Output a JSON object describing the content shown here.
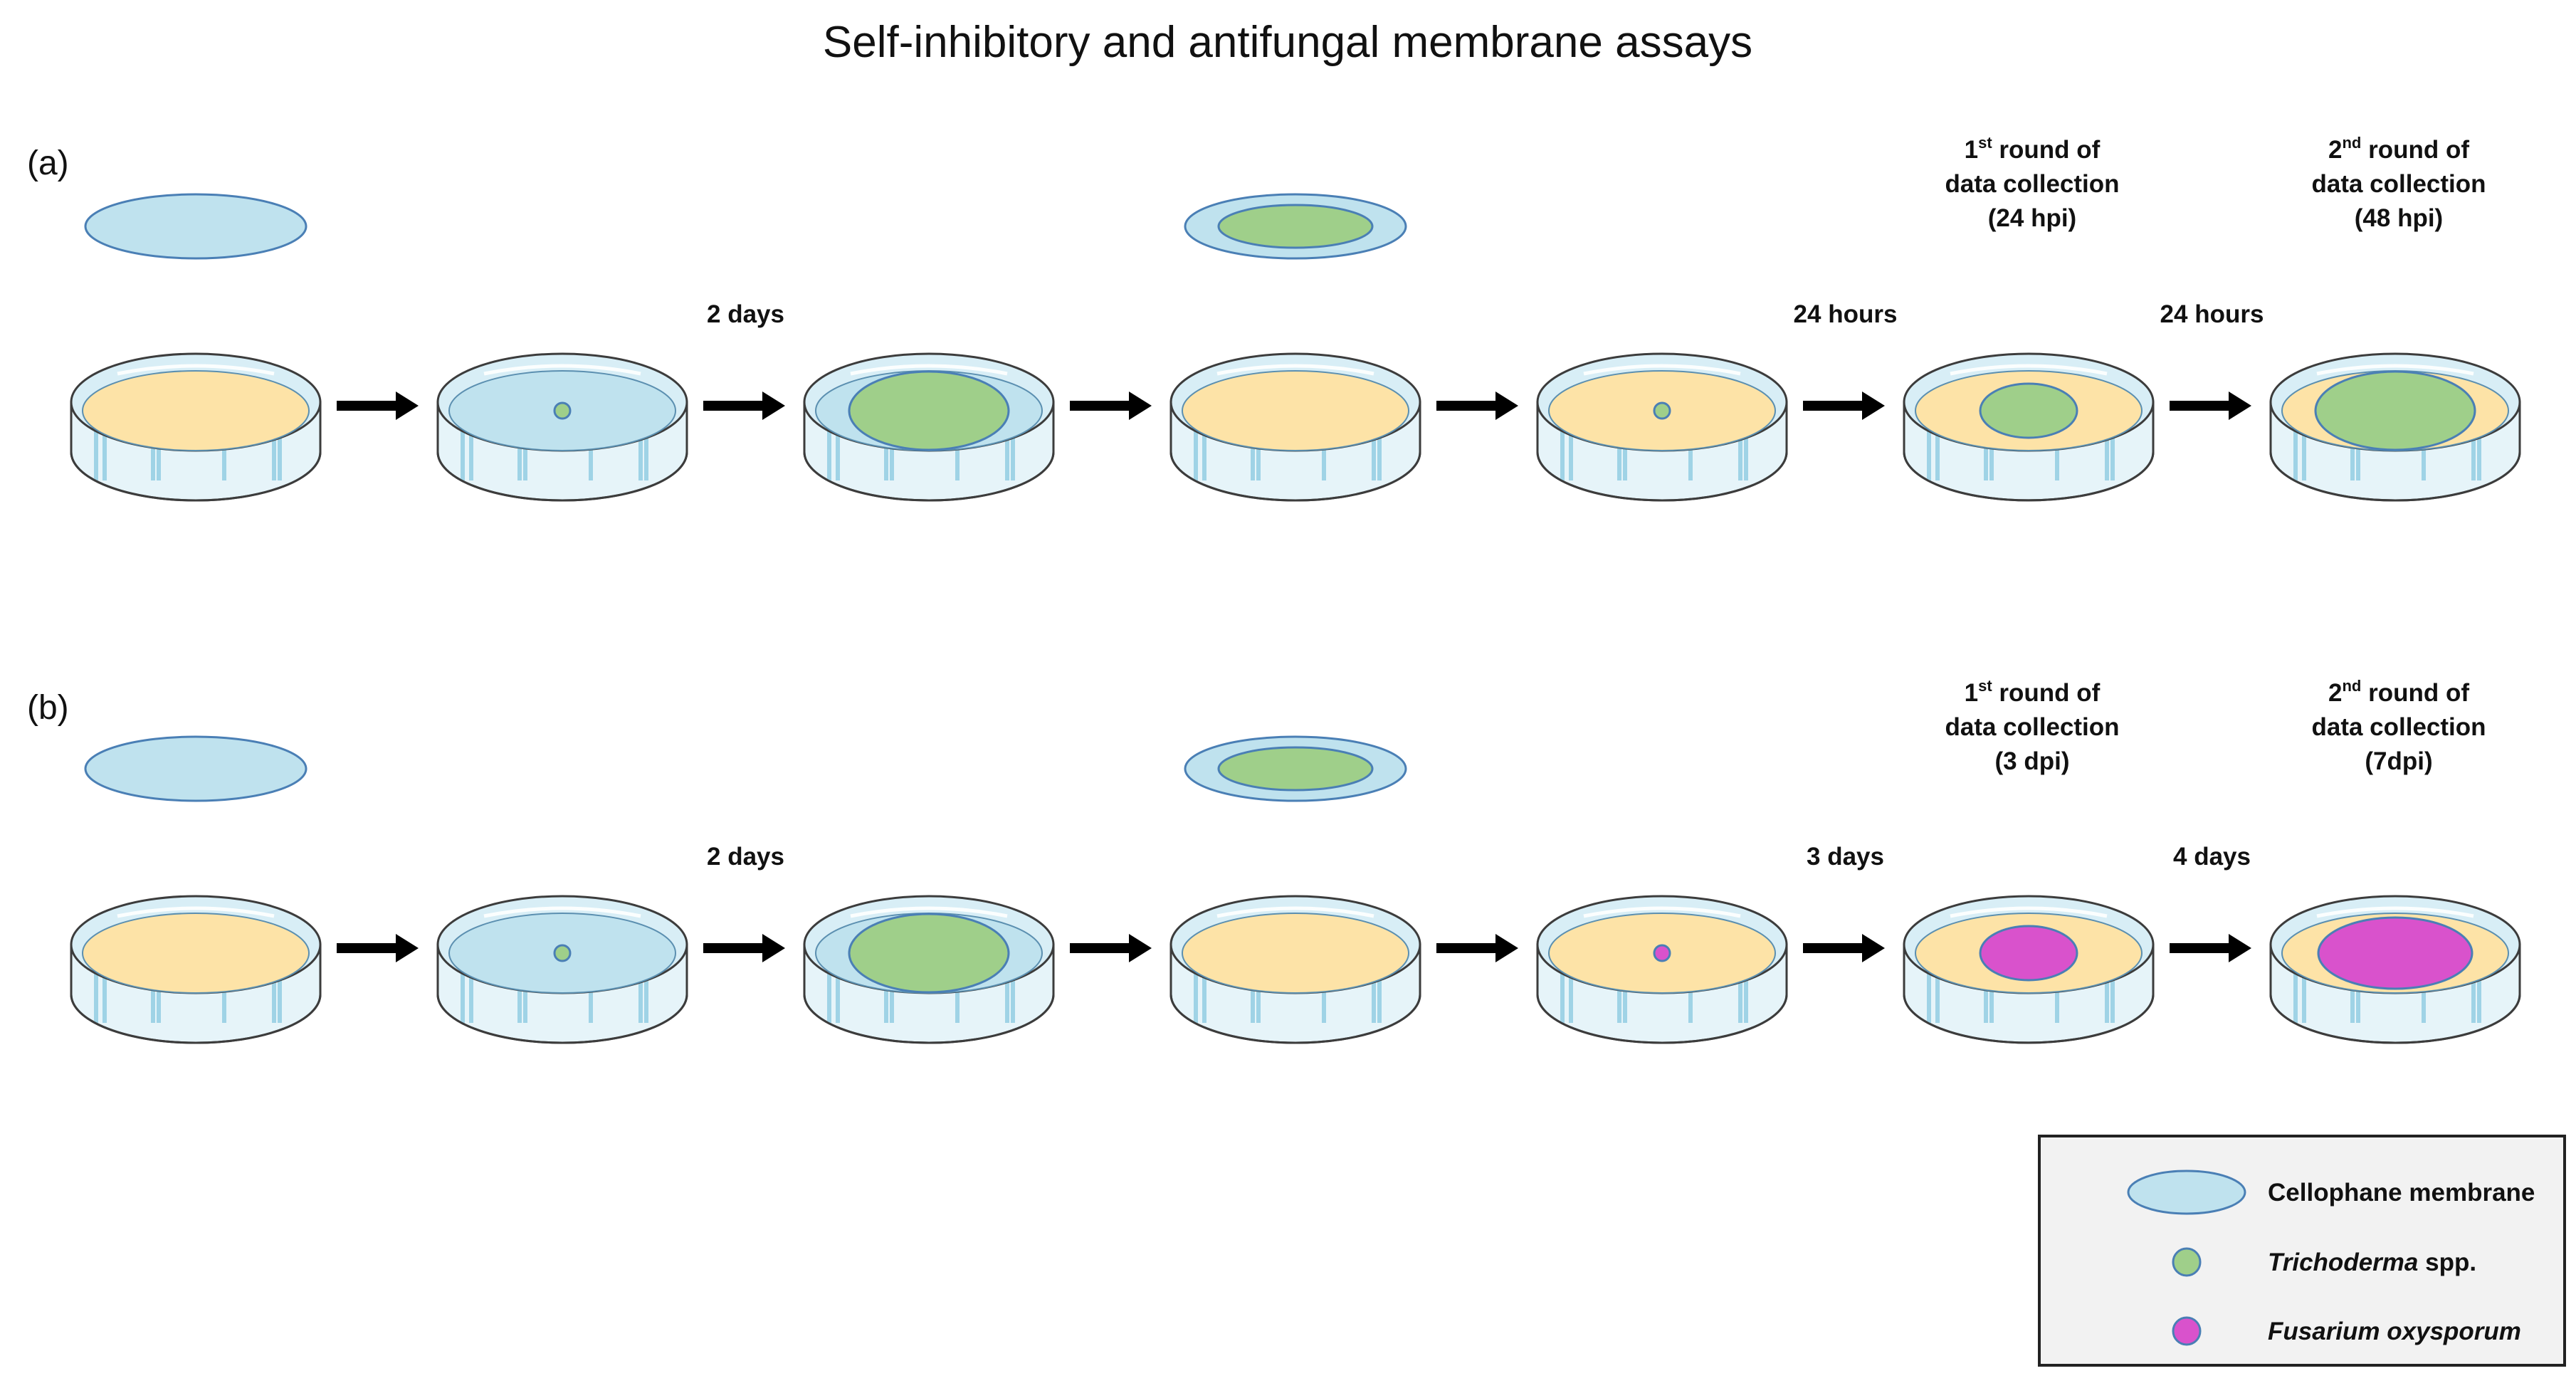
{
  "title": "Self-inhibitory and antifungal membrane assays",
  "colors": {
    "agar": "#fde3a7",
    "membrane": "#bfe2ee",
    "membrane_stroke": "#4a7fb5",
    "trichoderma": "#9fcf8a",
    "fusarium": "#d952cc",
    "dish_glass": "#e6f4f9",
    "dish_stroke": "#3c3c3c",
    "arrow": "#000000",
    "legend_bg": "#f2f2f2"
  },
  "panels": [
    {
      "id": "a",
      "label": "(a)",
      "steps": [
        {
          "dish": "agar",
          "lid_item": "cellophane",
          "center": "none"
        },
        {
          "dish": "membrane",
          "lid_item": "none",
          "center": "trichoderma-small"
        },
        {
          "dish": "membrane-grown",
          "lid_item": "none",
          "center": "trichoderma-large"
        },
        {
          "dish": "agar",
          "lid_item": "membrane-with-trichoderma",
          "center": "none"
        },
        {
          "dish": "agar",
          "lid_item": "none",
          "center": "trichoderma-small"
        },
        {
          "dish": "agar",
          "lid_item": "none",
          "center": "trichoderma-medium"
        },
        {
          "dish": "agar",
          "lid_item": "none",
          "center": "trichoderma-large"
        }
      ],
      "arrow_labels": [
        "",
        "2 days",
        "",
        "",
        "24 hours",
        "24 hours"
      ],
      "collections": [
        {
          "ordinal": "1",
          "suffix": "st",
          "line1_rest": " round of",
          "line2": "data collection",
          "line3": "(24 hpi)"
        },
        {
          "ordinal": "2",
          "suffix": "nd",
          "line1_rest": " round of",
          "line2": "data collection",
          "line3": "(48 hpi)"
        }
      ]
    },
    {
      "id": "b",
      "label": "(b)",
      "steps": [
        {
          "dish": "agar",
          "lid_item": "cellophane",
          "center": "none"
        },
        {
          "dish": "membrane",
          "lid_item": "none",
          "center": "trichoderma-small"
        },
        {
          "dish": "membrane-grown",
          "lid_item": "none",
          "center": "trichoderma-large"
        },
        {
          "dish": "agar",
          "lid_item": "membrane-with-trichoderma",
          "center": "none"
        },
        {
          "dish": "agar",
          "lid_item": "none",
          "center": "fusarium-small"
        },
        {
          "dish": "agar",
          "lid_item": "none",
          "center": "fusarium-medium"
        },
        {
          "dish": "agar",
          "lid_item": "none",
          "center": "fusarium-large"
        }
      ],
      "arrow_labels": [
        "",
        "2 days",
        "",
        "",
        "3 days",
        "4 days"
      ],
      "collections": [
        {
          "ordinal": "1",
          "suffix": "st",
          "line1_rest": " round of",
          "line2": "data collection",
          "line3": "(3 dpi)"
        },
        {
          "ordinal": "2",
          "suffix": "nd",
          "line1_rest": " round of",
          "line2": "data collection",
          "line3": "(7dpi)"
        }
      ]
    }
  ],
  "legend": {
    "items": [
      {
        "symbol": "cellophane",
        "italic": "",
        "text": "Cellophane membrane"
      },
      {
        "symbol": "trichoderma",
        "italic": "Trichoderma",
        "text": " spp."
      },
      {
        "symbol": "fusarium",
        "italic": "Fusarium oxysporum",
        "text": ""
      }
    ]
  }
}
